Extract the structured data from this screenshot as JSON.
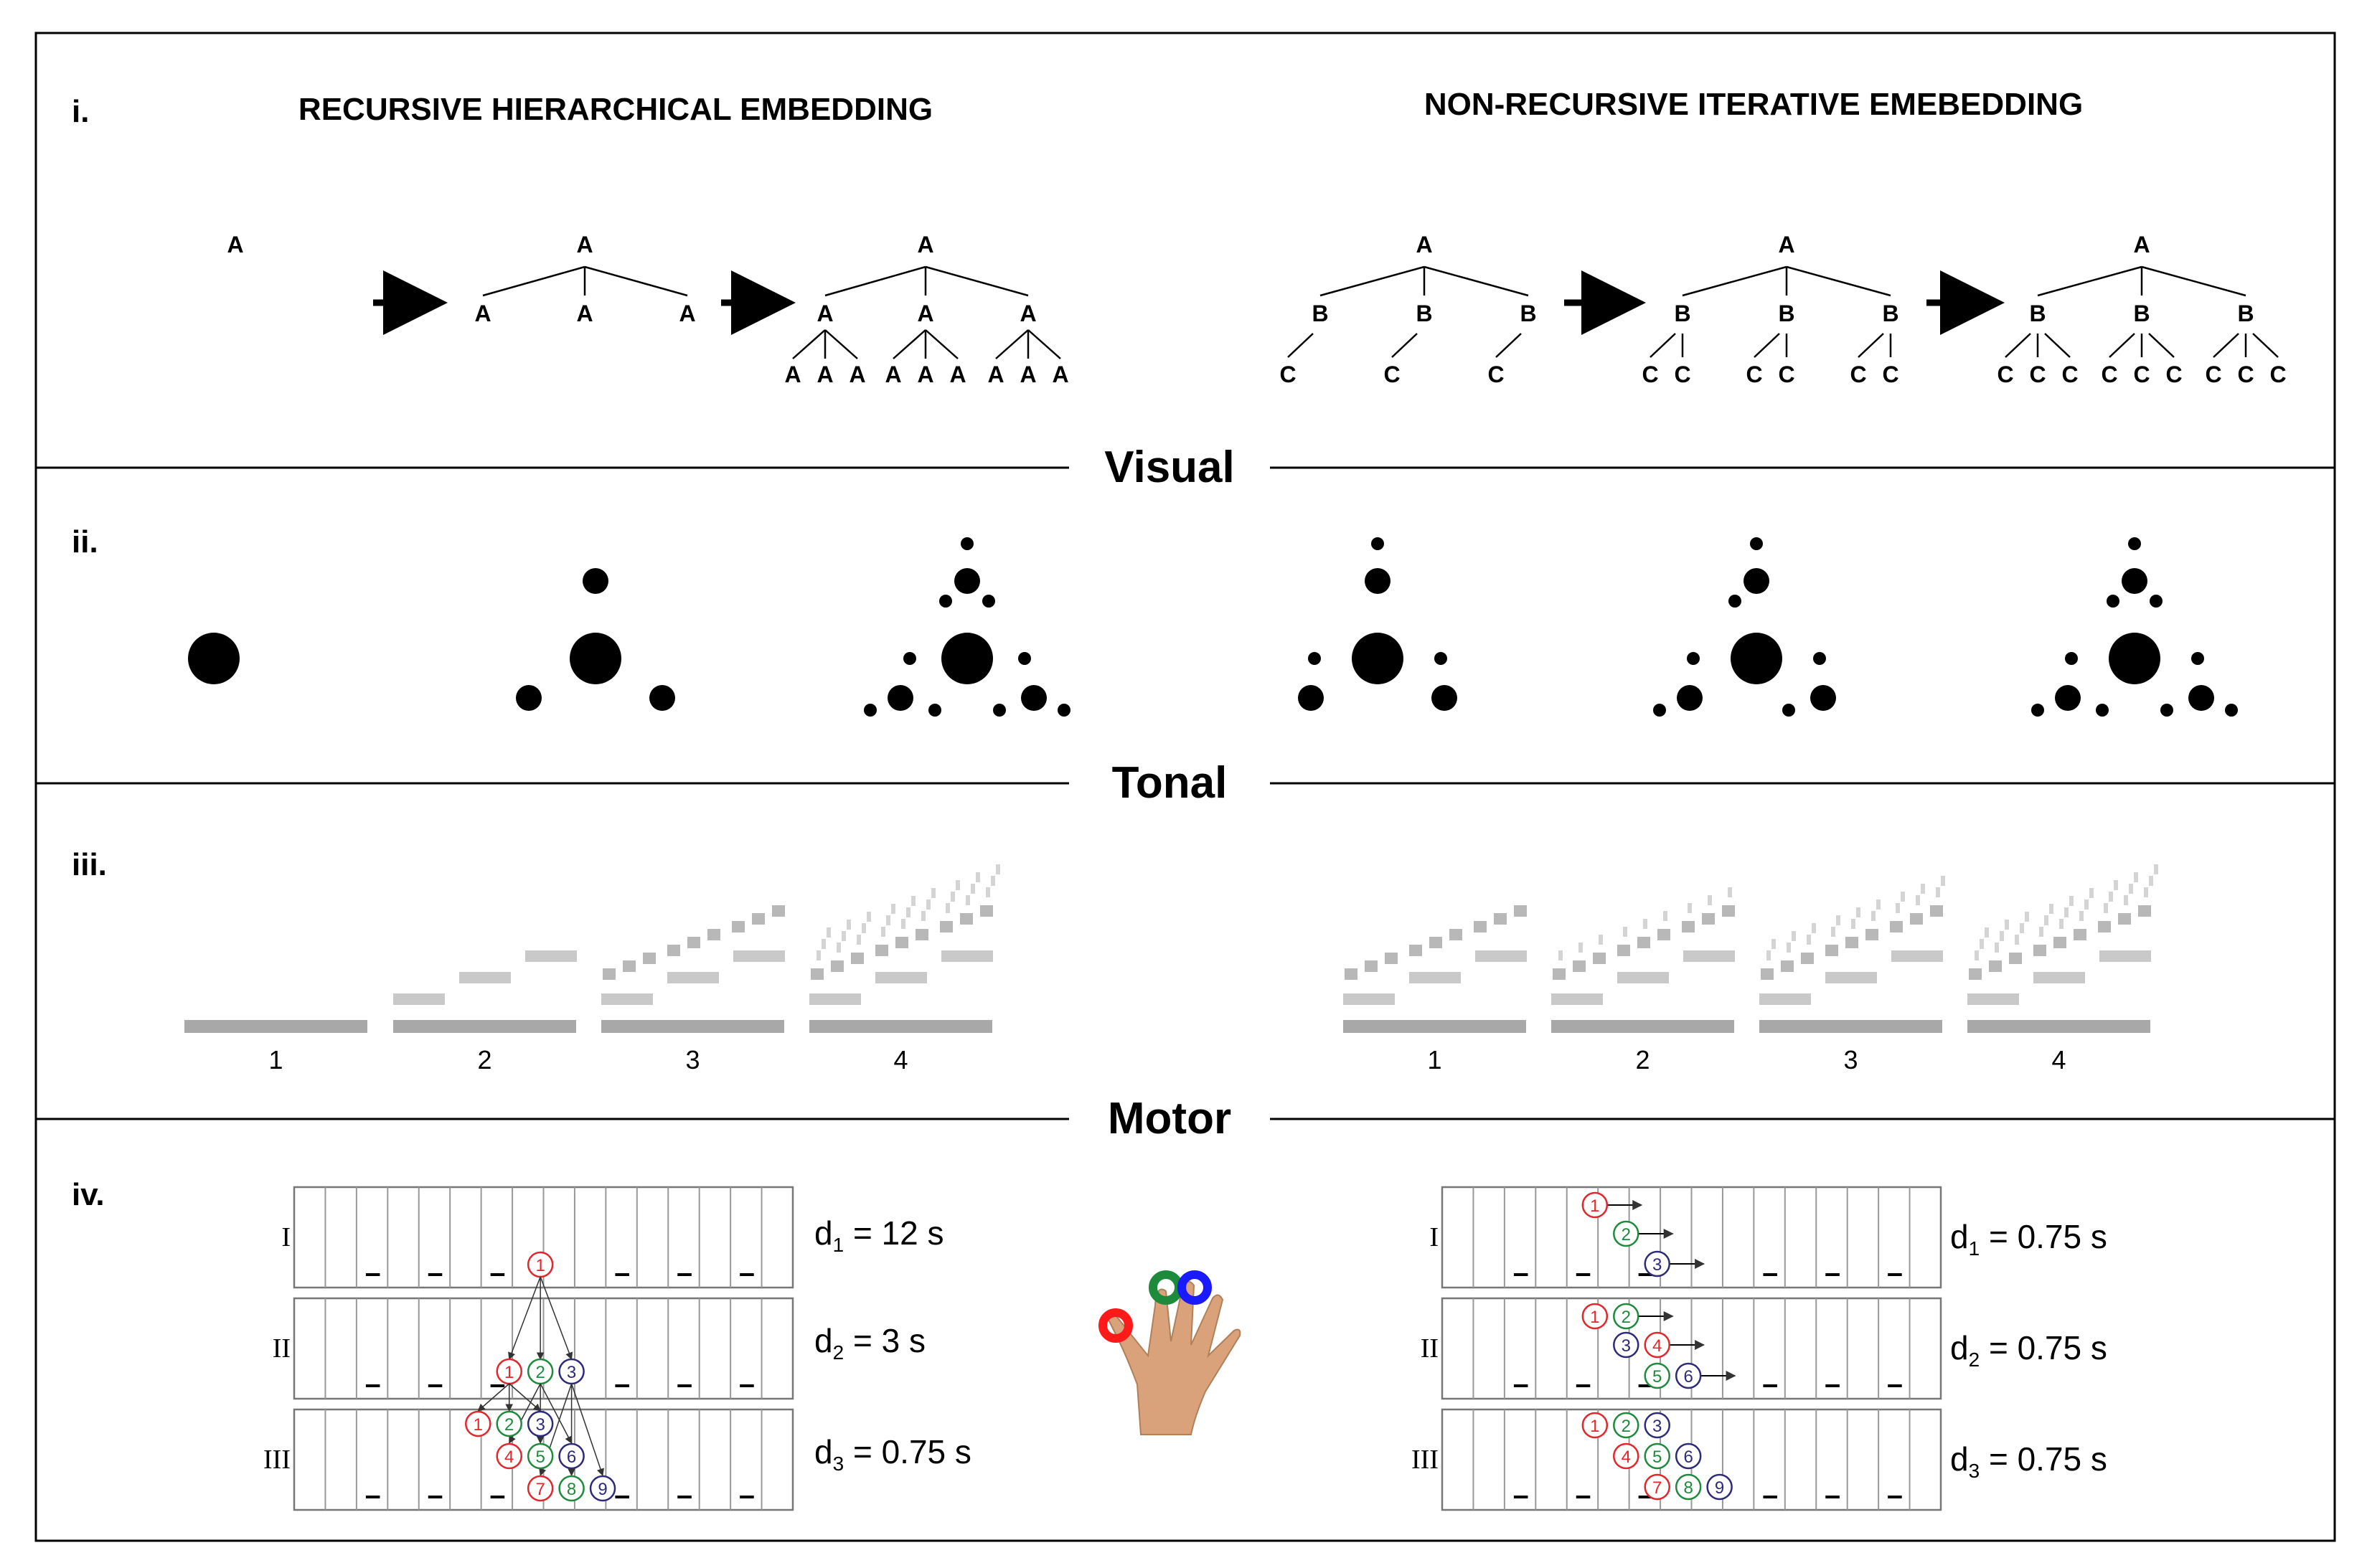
{
  "panels": {
    "i": {
      "label": "i.",
      "left_title": "RECURSIVE HIERARCHICAL EMBEDDING",
      "right_title": "NON-RECURSIVE ITERATIVE EMEBEDDING"
    },
    "ii": {
      "label": "ii."
    },
    "iii": {
      "label": "iii."
    },
    "iv": {
      "label": "iv."
    }
  },
  "dividers": [
    "Visual",
    "Tonal",
    "Motor"
  ],
  "tree_nodes": {
    "a": "A",
    "b": "B",
    "c": "C"
  },
  "tonal": {
    "left_steps": [
      "1",
      "2",
      "3",
      "4"
    ],
    "right_steps": [
      "1",
      "2",
      "3",
      "4"
    ]
  },
  "motor": {
    "row_labels": [
      "I",
      "II",
      "III"
    ],
    "left_durations": [
      {
        "sym": "d",
        "sub": "1",
        "rest": " = 12 s"
      },
      {
        "sym": "d",
        "sub": "2",
        "rest": " = 3 s"
      },
      {
        "sym": "d",
        "sub": "3",
        "rest": " = 0.75 s"
      }
    ],
    "right_durations": [
      {
        "sym": "d",
        "sub": "1",
        "rest": " = 0.75 s"
      },
      {
        "sym": "d",
        "sub": "2",
        "rest": " = 0.75 s"
      },
      {
        "sym": "d",
        "sub": "3",
        "rest": " = 0.75 s"
      }
    ],
    "numbers": [
      "1",
      "2",
      "3",
      "4",
      "5",
      "6",
      "7",
      "8",
      "9"
    ],
    "finger_colors": {
      "one": "#e3262b",
      "two": "#1e8a3c",
      "three": "#2e2a7a"
    },
    "marker_colors": [
      "#ff1a1a",
      "#1e8a3c",
      "#1a1aff"
    ]
  }
}
